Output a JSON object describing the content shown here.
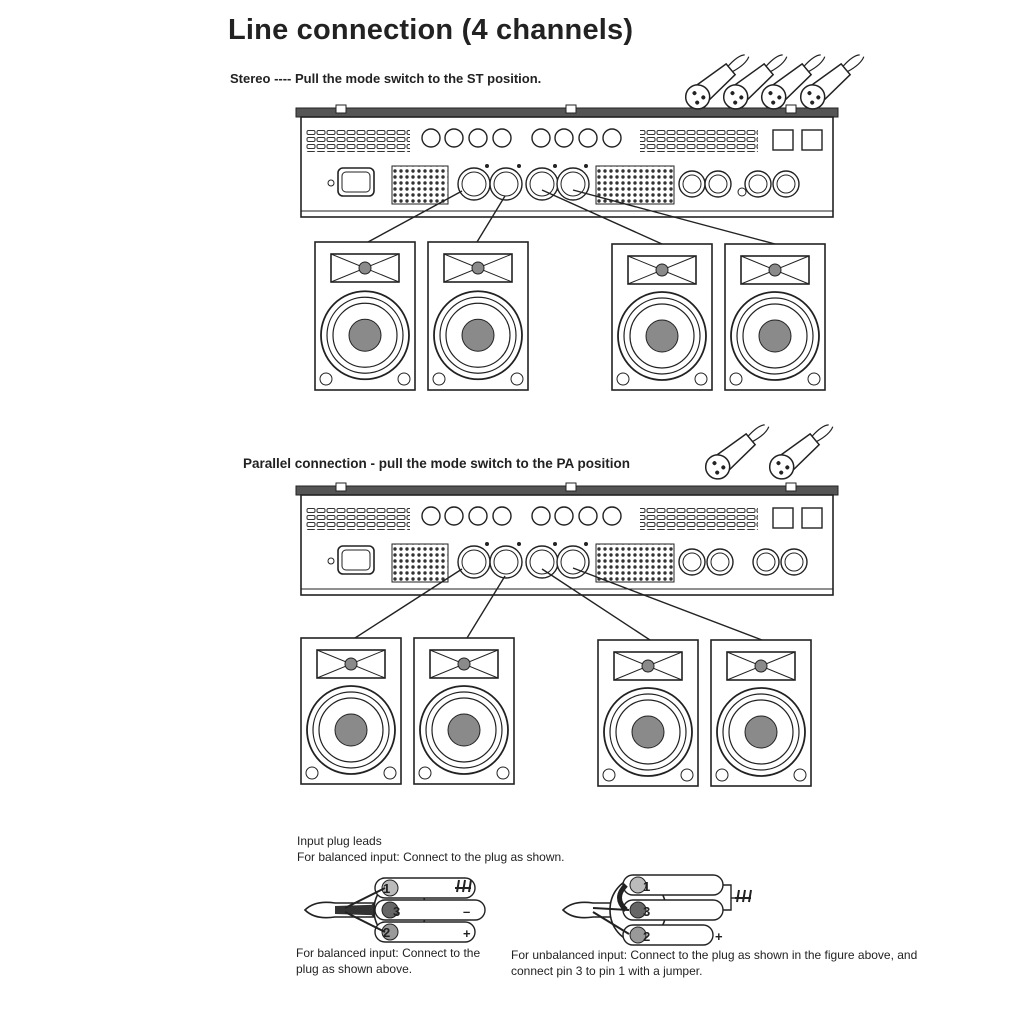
{
  "title": "Line connection (4 channels)",
  "sections": {
    "stereo": {
      "caption": "Stereo ---- Pull the mode switch to the ST position."
    },
    "parallel": {
      "caption": "Parallel connection - pull the mode switch to the PA position"
    }
  },
  "input_plug_leads": {
    "title": "Input plug leads",
    "subtitle": "For balanced input: Connect to the plug as shown.",
    "balanced_caption": "For balanced input: Connect to the plug as shown above.",
    "unbalanced_caption": "For unbalanced input: Connect to the plug as shown in the figure above, and connect pin 3 to pin 1 with a jumper.",
    "pin_labels": {
      "pin1": "1",
      "pin2": "2",
      "pin3": "3",
      "minus": "–",
      "plus": "+"
    }
  },
  "icons": [
    "amplifier-icon",
    "speaker-cabinet-icon",
    "xlr-plug-icon",
    "ground-symbol-icon"
  ],
  "colors": {
    "line": "#222222",
    "fill_gray": "#8a8a8a",
    "panel": "#ffffff",
    "background": "#ffffff"
  }
}
